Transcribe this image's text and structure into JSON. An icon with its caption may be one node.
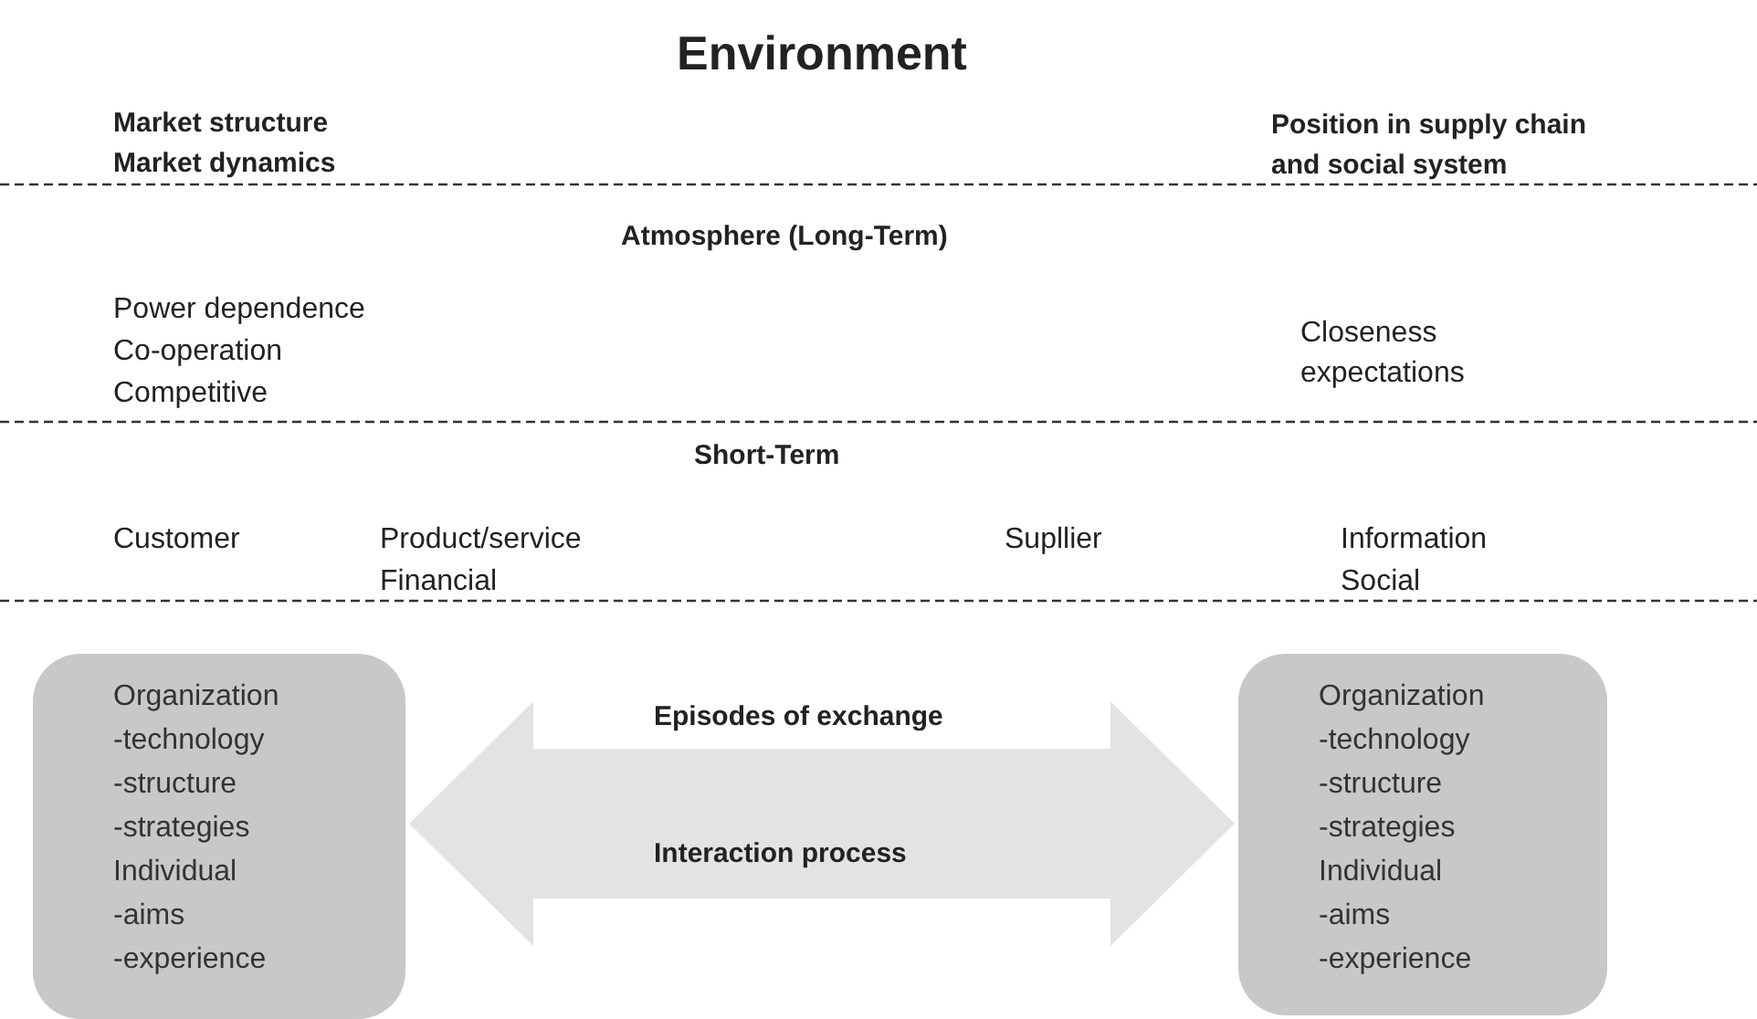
{
  "diagram": {
    "title": "Environment",
    "nodes": [
      {
        "text": [
          "Organization",
          "-technology",
          "-structure",
          "-strategies",
          "Individual",
          "-aims",
          "-experience"
        ]
      },
      {
        "text": [
          "Organization",
          "-technology",
          "-structure",
          "-strategies",
          "Individual",
          "-aims",
          "-experience"
        ]
      }
    ],
    "edges": [
      {
        "from": 0,
        "to": 1,
        "arrow": "both",
        "style": "thick",
        "label": "Interaction process"
      }
    ],
    "labels": [
      "Market structure",
      "Market dynamics",
      "Position in supply chain and social system",
      "Atmosphere (Long-Term)",
      "Power dependence",
      "Co-operation",
      "Competitive",
      "Closeness expectations",
      "Short-Term",
      "Customer",
      "Product/service",
      "Financial",
      "Supllier",
      "Information",
      "Social",
      "Episodes of exchange"
    ]
  }
}
